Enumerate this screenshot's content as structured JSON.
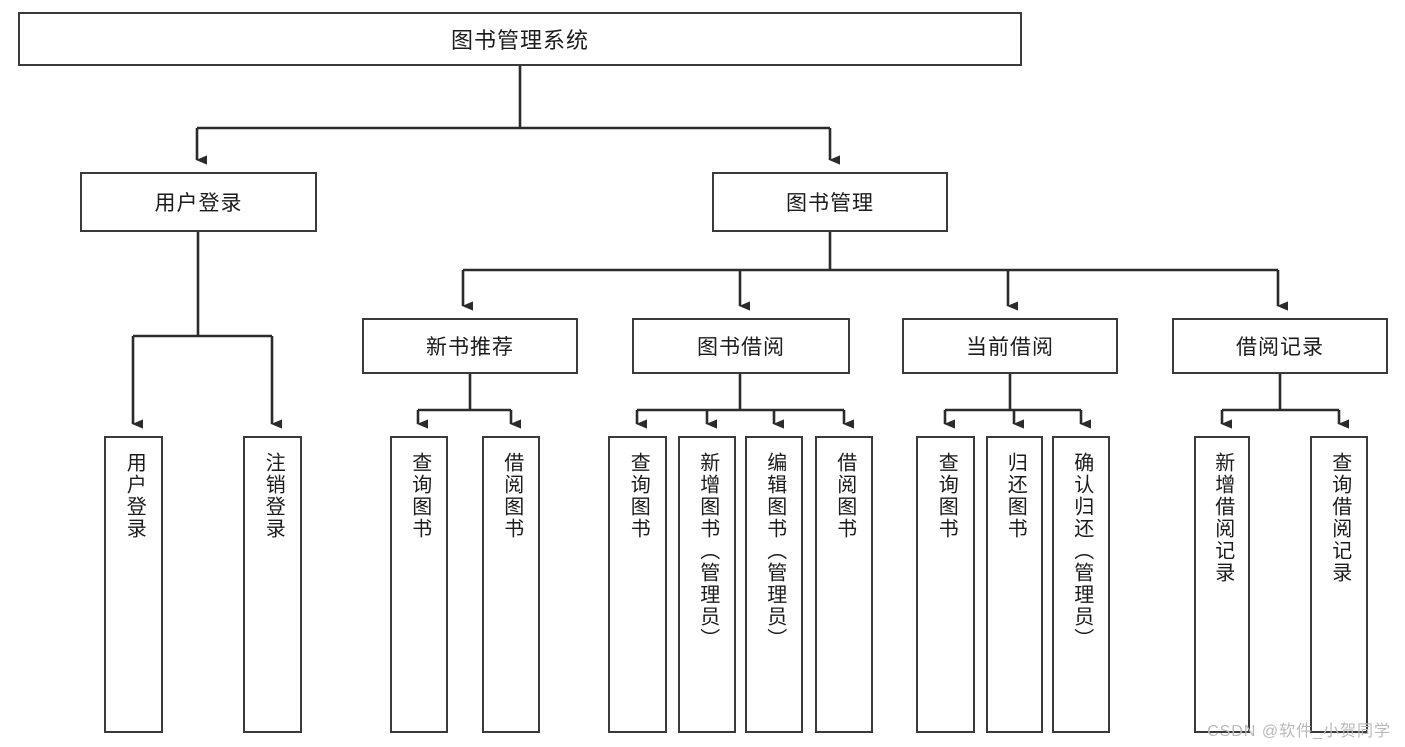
{
  "diagram": {
    "kind": "hierarchy-tree",
    "root": {
      "label": "图书管理系统"
    },
    "level2": [
      {
        "label": "用户登录"
      },
      {
        "label": "图书管理"
      }
    ],
    "level3": [
      {
        "label": "新书推荐"
      },
      {
        "label": "图书借阅"
      },
      {
        "label": "当前借阅"
      },
      {
        "label": "借阅记录"
      }
    ],
    "leaves": [
      {
        "label": "用户登录",
        "parent": "用户登录"
      },
      {
        "label": "注销登录",
        "parent": "用户登录"
      },
      {
        "label": "查询图书",
        "parent": "新书推荐"
      },
      {
        "label": "借阅图书",
        "parent": "新书推荐"
      },
      {
        "label": "查询图书",
        "parent": "图书借阅"
      },
      {
        "label": "新增图书（管理员）",
        "parent": "图书借阅"
      },
      {
        "label": "编辑图书（管理员）",
        "parent": "图书借阅"
      },
      {
        "label": "借阅图书",
        "parent": "图书借阅"
      },
      {
        "label": "查询图书",
        "parent": "当前借阅"
      },
      {
        "label": "归还图书",
        "parent": "当前借阅"
      },
      {
        "label": "确认归还（管理员）",
        "parent": "当前借阅"
      },
      {
        "label": "新增借阅记录",
        "parent": "借阅记录"
      },
      {
        "label": "查询借阅记录",
        "parent": "借阅记录"
      }
    ]
  },
  "watermark": {
    "text": "CSDN @软件_小贺同学"
  },
  "colors": {
    "border": "#3a3a3a",
    "text": "#1b1b1b",
    "background": "#ffffff",
    "watermark": "#b9b9b9"
  }
}
